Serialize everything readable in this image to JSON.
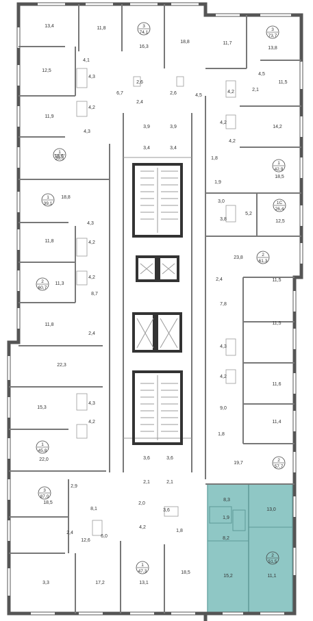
{
  "colors": {
    "highlight": "#8fc7c5",
    "highlight_stroke": "#6fa9a7",
    "wall": "#555555"
  },
  "apartments": [
    {
      "rooms": "3",
      "area": "74,1"
    },
    {
      "rooms": "3",
      "area": "73,7"
    },
    {
      "rooms": "1",
      "area": "39,0"
    },
    {
      "rooms": "1",
      "area": "42,9"
    },
    {
      "rooms": "1",
      "area": "39,1"
    },
    {
      "rooms": "1С",
      "area": "26,4"
    },
    {
      "rooms": "2",
      "area": "61,3"
    },
    {
      "rooms": "2",
      "area": "60,7"
    },
    {
      "rooms": "1",
      "area": "45,8"
    },
    {
      "rooms": "2",
      "area": "57,7"
    },
    {
      "rooms": "3",
      "area": "87,0"
    },
    {
      "rooms": "2",
      "area": "51,5"
    },
    {
      "rooms": "1",
      "area": "47,3"
    }
  ],
  "rooms": [
    "13,4",
    "11,8",
    "16,3",
    "18,8",
    "11,7",
    "13,8",
    "4,1",
    "12,5",
    "4,3",
    "2,6",
    "6,7",
    "2,6",
    "4,5",
    "4,5",
    "4,2",
    "2,1",
    "11,5",
    "4,2",
    "2,4",
    "11,9",
    "3,9",
    "3,9",
    "4,2",
    "14,2",
    "4,3",
    "4,2",
    "18,6",
    "3,4",
    "3,4",
    "1,8",
    "18,5",
    "1,9",
    "18,8",
    "3,0",
    "3,8",
    "5,2",
    "12,5",
    "4,3",
    "11,8",
    "4,2",
    "23,8",
    "11,3",
    "4,2",
    "2,4",
    "11,5",
    "8,7",
    "11,8",
    "7,8",
    "2,4",
    "11,5",
    "4,3",
    "22,3",
    "4,2",
    "11,6",
    "4,3",
    "15,3",
    "9,0",
    "4,2",
    "11,4",
    "1,8",
    "22,0",
    "3,6",
    "3,6",
    "19,7",
    "2,1",
    "2,1",
    "2,9",
    "18,5",
    "8,1",
    "2,0",
    "8,3",
    "13,0",
    "3,6",
    "1,9",
    "2,4",
    "12,6",
    "6,0",
    "4,2",
    "1,8",
    "8,2",
    "3,3",
    "17,2",
    "13,1",
    "18,5",
    "15,2",
    "11,1",
    "13,9"
  ]
}
